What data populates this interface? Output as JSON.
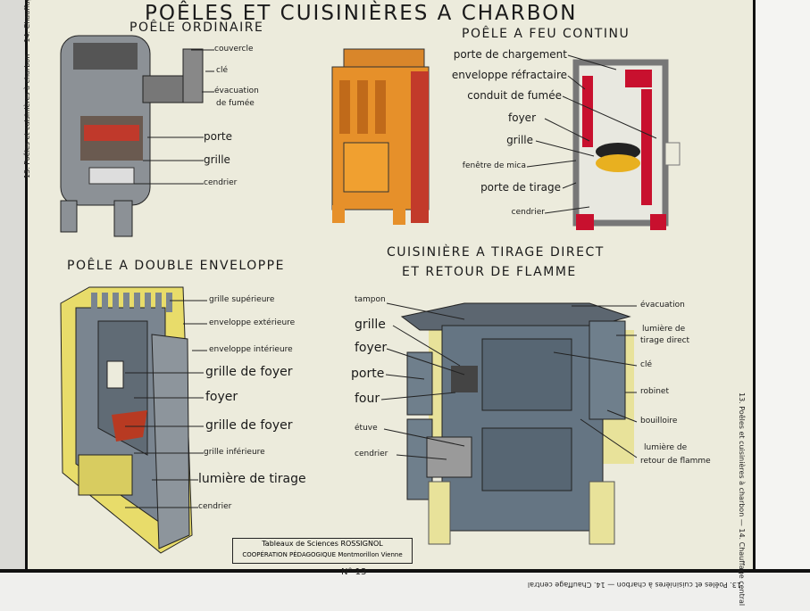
{
  "title": "POÊLES ET CUISINIÈRES A CHARBON",
  "poele_ordinaire": {
    "title": "POÊLE ORDINAIRE",
    "labels": [
      "couvercle",
      "clé",
      "évacuation",
      "de fumée",
      "porte",
      "grille",
      "cendrier"
    ]
  },
  "feu_continu": {
    "title": "POÊLE A FEU CONTINU",
    "labels": [
      "porte de chargement",
      "enveloppe réfractaire",
      "conduit de fumée",
      "foyer",
      "grille",
      "fenêtre de mica",
      "porte de tirage",
      "cendrier"
    ]
  },
  "double_enveloppe": {
    "title": "POÊLE A DOUBLE ENVELOPPE",
    "labels": [
      "grille supérieure",
      "enveloppe extérieure",
      "enveloppe intérieure",
      "grille de foyer",
      "foyer",
      "grille de foyer",
      "grille inférieure",
      "lumière de tirage",
      "cendrier"
    ]
  },
  "cuisiniere": {
    "title1": "CUISINIÈRE A TIRAGE DIRECT",
    "title2": "ET RETOUR DE FLAMME",
    "left": [
      "tampon",
      "grille",
      "foyer",
      "porte",
      "four",
      "étuve",
      "cendrier"
    ],
    "right": [
      "évacuation",
      "lumière de",
      "tirage direct",
      "clé",
      "robinet",
      "bouilloire",
      "lumière de",
      "retour de flamme"
    ]
  },
  "footer": {
    "line1": "Tableaux de Sciences ROSSIGNOL",
    "line2": "COOPÉRATION PÉDAGOGIQUE Montmorillon Vienne",
    "number": "N° 13"
  },
  "margin_text": "13. Poêles et cuisinières à charbon — 14. Chauffage central"
}
